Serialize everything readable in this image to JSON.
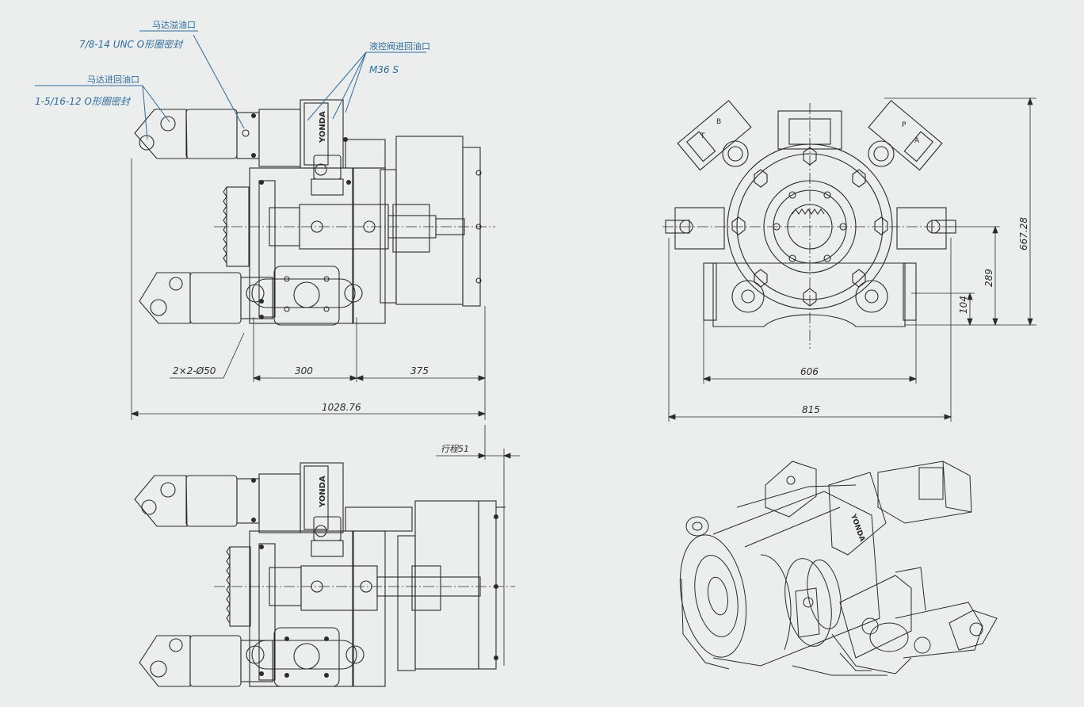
{
  "drawing": {
    "callouts": {
      "motor_overflow_label": "马达溢油口",
      "motor_overflow_spec": "7/8-14 UNC O形圈密封",
      "valve_port_label": "液控阀进回油口",
      "valve_port_spec": "M36 S",
      "motor_port_label": "马达进回油口",
      "motor_port_spec": "1-5/16-12 O形圈密封"
    },
    "brand": "YONDA",
    "side_view_dims": {
      "hole_spec": "2×2-Ø50",
      "d300": "300",
      "d375": "375",
      "overall_length": "1028.76"
    },
    "stroke_label": "行程51",
    "front_view_dims": {
      "height": "667.28",
      "d289": "289",
      "d104": "104",
      "d606": "606",
      "d815": "815"
    },
    "port_letters": [
      "T",
      "B",
      "P",
      "A"
    ]
  },
  "colors": {
    "background": "#eceded",
    "line": "#2b2b2b",
    "callout": "#2c6b9e"
  }
}
